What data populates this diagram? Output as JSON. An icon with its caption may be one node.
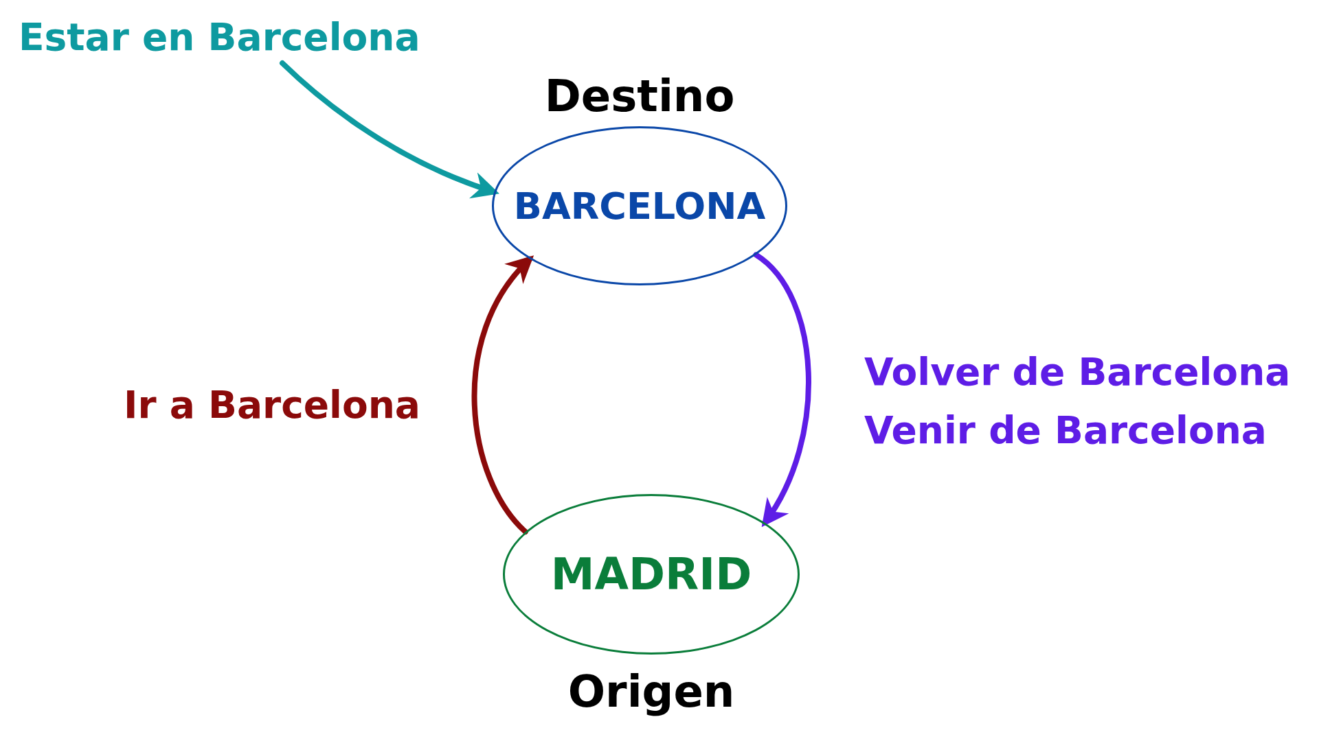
{
  "diagram": {
    "nodes": [
      {
        "text": [
          "BARCELONA"
        ],
        "beside": [
          "Destino"
        ]
      },
      {
        "text": [
          "MADRID"
        ],
        "beside": [
          "Origen"
        ]
      },
      {
        "text": [
          "Estar en Barcelona"
        ]
      }
    ],
    "edges": [
      {
        "from": 2,
        "to": 0,
        "arrow": "to",
        "color": "#0e9aa0"
      },
      {
        "from": 1,
        "to": 0,
        "arrow": "to",
        "label": "Ir a Barcelona",
        "color": "#8b0a0a"
      },
      {
        "from": 0,
        "to": 1,
        "arrow": "to",
        "label": "Volver de Barcelona Venir de Barcelona",
        "color": "#5e1de6"
      }
    ]
  }
}
